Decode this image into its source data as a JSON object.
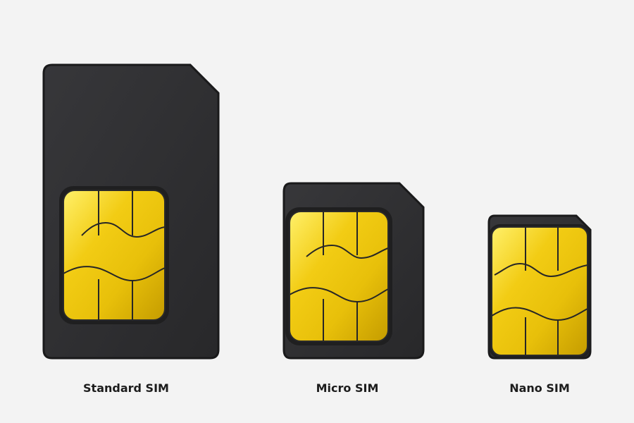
{
  "colors": {
    "background": "#f3f3f3",
    "card_body": "#2f2f31",
    "card_edge": "#1a1a1b",
    "chip_gold_light": "#ffe44a",
    "chip_gold_dark": "#c9a100",
    "chip_line": "#262626",
    "label_text": "#1c1c1c"
  },
  "cards": [
    {
      "id": "standard",
      "label": "Standard SIM"
    },
    {
      "id": "micro",
      "label": "Micro SIM"
    },
    {
      "id": "nano",
      "label": "Nano SIM"
    }
  ]
}
